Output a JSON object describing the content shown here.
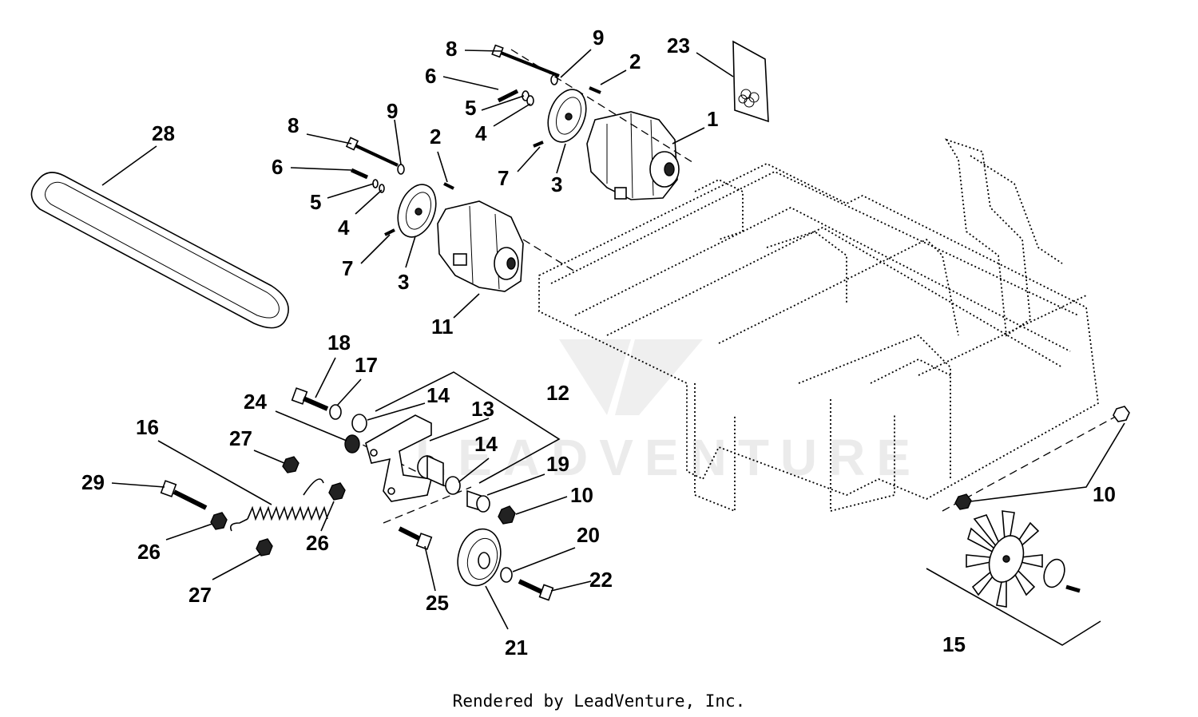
{
  "footer": "Rendered by LeadVenture, Inc.",
  "watermark": "LEADVENTURE",
  "callouts": [
    "8",
    "9",
    "2",
    "23",
    "6",
    "5",
    "4",
    "1",
    "7",
    "3",
    "28",
    "8",
    "9",
    "2",
    "6",
    "5",
    "4",
    "7",
    "3",
    "11",
    "18",
    "17",
    "14",
    "12",
    "24",
    "13",
    "16",
    "27",
    "14",
    "19",
    "29",
    "10",
    "26",
    "26",
    "10",
    "20",
    "27",
    "22",
    "25",
    "21",
    "15"
  ]
}
